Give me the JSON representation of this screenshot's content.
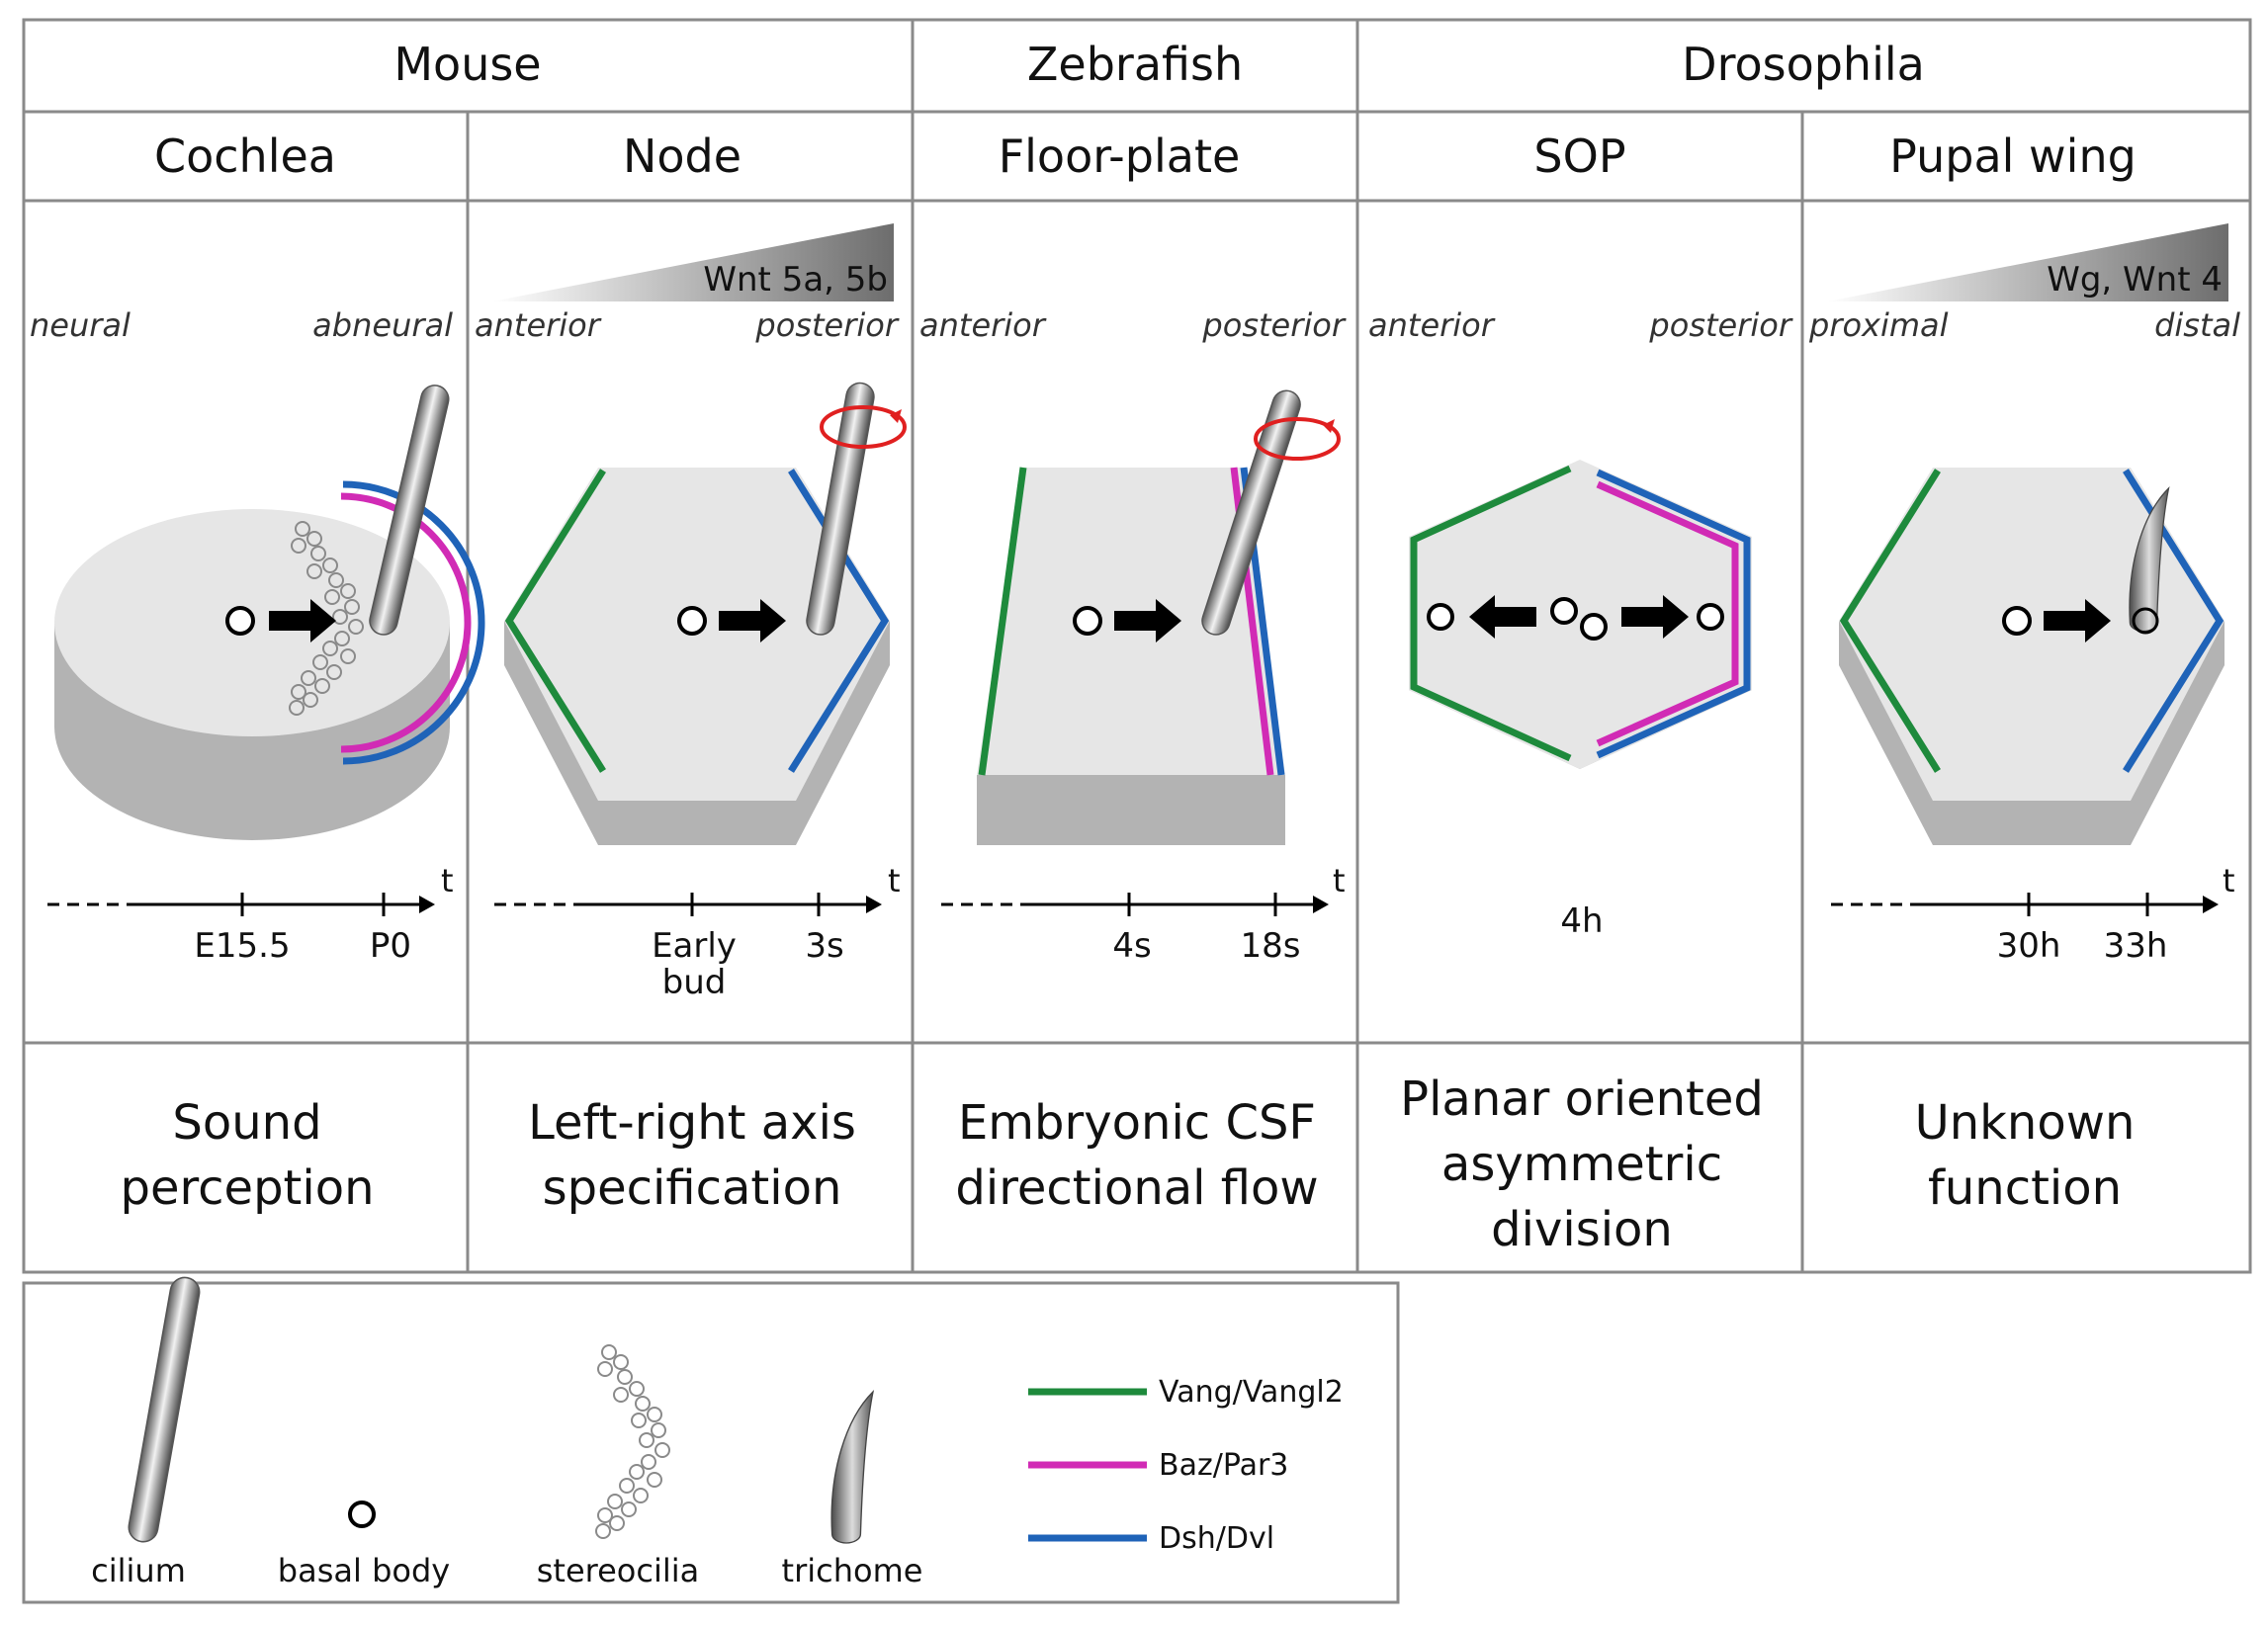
{
  "species": {
    "mouse": "Mouse",
    "zebrafish": "Zebrafish",
    "drosophila": "Drosophila"
  },
  "panels": [
    {
      "tissue": "Cochlea",
      "axis_left": "neural",
      "axis_right": "abneural",
      "gradient": "",
      "timeline": [
        "E15.5",
        "P0"
      ],
      "t_label": "t",
      "function_lines": [
        "Sound",
        "perception"
      ]
    },
    {
      "tissue": "Node",
      "axis_left": "anterior",
      "axis_right": "posterior",
      "gradient": "Wnt 5a, 5b",
      "timeline": [
        "Early",
        "bud",
        "3s"
      ],
      "t_label": "t",
      "function_lines": [
        "Left-right axis",
        "specification"
      ]
    },
    {
      "tissue": "Floor-plate",
      "axis_left": "anterior",
      "axis_right": "posterior",
      "gradient": "",
      "timeline": [
        "4s",
        "18s"
      ],
      "t_label": "t",
      "function_lines": [
        "Embryonic CSF",
        "directional flow"
      ]
    },
    {
      "tissue": "SOP",
      "axis_left": "anterior",
      "axis_right": "posterior",
      "gradient": "",
      "timeline": [
        "4h"
      ],
      "t_label": "",
      "function_lines": [
        "Planar oriented",
        "asymmetric",
        "division"
      ]
    },
    {
      "tissue": "Pupal wing",
      "axis_left": "proximal",
      "axis_right": "distal",
      "gradient": "Wg, Wnt 4",
      "timeline": [
        "30h",
        "33h"
      ],
      "t_label": "t",
      "function_lines": [
        "Unknown",
        "function"
      ]
    }
  ],
  "legend": {
    "icons": [
      "cilium",
      "basal body",
      "stereocilia",
      "trichome"
    ],
    "lines": [
      {
        "label": "Vang/Vangl2",
        "color": "#1e8a3c"
      },
      {
        "label": "Baz/Par3",
        "color": "#d12bb5"
      },
      {
        "label": "Dsh/Dvl",
        "color": "#1f63b8"
      }
    ]
  },
  "colors": {
    "vang": "#1e8a3c",
    "baz": "#d12bb5",
    "dsh": "#1f63b8",
    "rotation": "#e02020",
    "tissue_top": "#e6e6e6",
    "tissue_side": "#b3b3b3"
  }
}
